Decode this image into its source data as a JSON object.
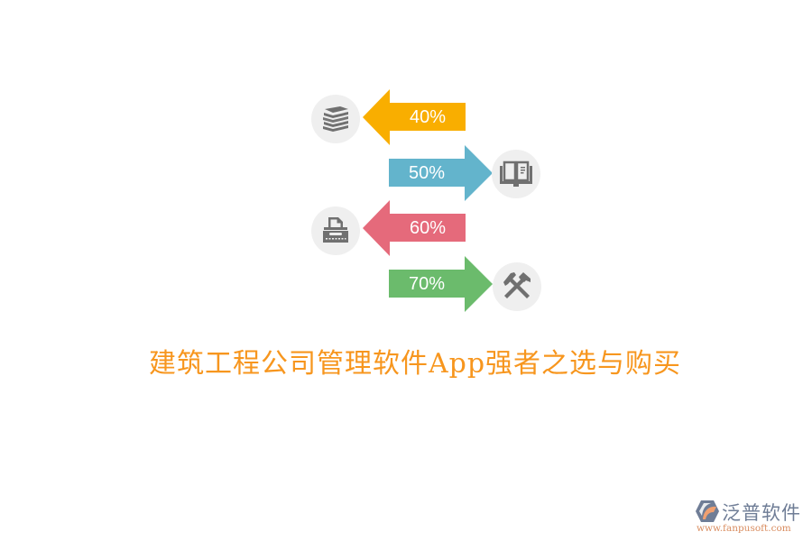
{
  "diagram": {
    "items": [
      {
        "label": "40%",
        "direction": "left",
        "color": "#f9ae00",
        "icon": "books-icon"
      },
      {
        "label": "50%",
        "direction": "right",
        "color": "#63b4cc",
        "icon": "open-book-icon"
      },
      {
        "label": "60%",
        "direction": "left",
        "color": "#e56a7b",
        "icon": "typewriter-icon"
      },
      {
        "label": "70%",
        "direction": "right",
        "color": "#6bbb6c",
        "icon": "hammers-icon"
      }
    ],
    "icon_color": "#707070",
    "circle_color": "#efefef"
  },
  "title": {
    "text": "建筑工程公司管理软件App强者之选与购买",
    "color": "#f7961e"
  },
  "logo": {
    "name": "泛普软件",
    "url": "www.fanpusoft.com"
  }
}
